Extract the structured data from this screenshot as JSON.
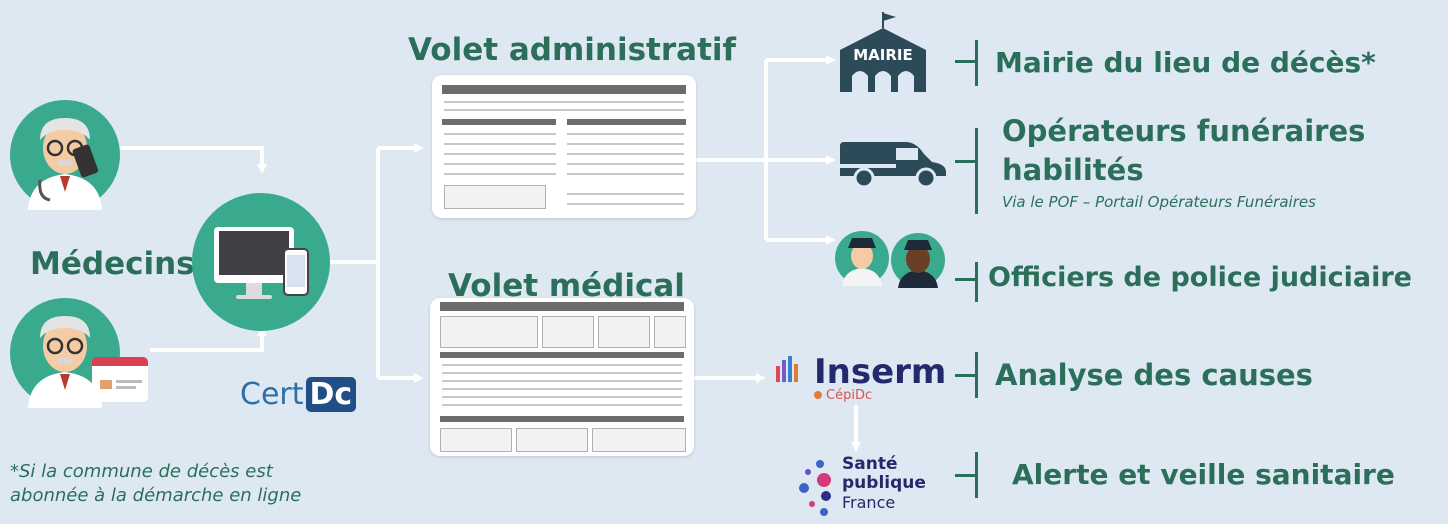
{
  "left": {
    "medecins_label": "Médecins",
    "certdc_logo": {
      "part1": "Cert",
      "part2": "Dc"
    },
    "footnote_line1": "*Si la commune de décès est",
    "footnote_line2": "abonnée à la démarche en ligne"
  },
  "volets": {
    "administratif_title": "Volet administratif",
    "medical_title": "Volet médical"
  },
  "recipients": {
    "mairie_sign": "MAIRIE",
    "mairie_label": "Mairie du lieu de décès*",
    "operateurs_line1": "Opérateurs funéraires",
    "operateurs_line2": "habilités",
    "operateurs_sub": "Via le POF – Portail Opérateurs Funéraires",
    "officiers_label": "Officiers de police judiciaire",
    "analyse_label": "Analyse des causes",
    "alerte_label": "Alerte et veille sanitaire"
  },
  "logos": {
    "inserm_name": "Inserm",
    "inserm_sub": "CépiDc",
    "spf_line1": "Santé",
    "spf_line2": "publique",
    "spf_line3": "France"
  },
  "colors": {
    "accent_green": "#2b6f5b",
    "circle_green": "#3aaa8f",
    "background": "#dde8f3",
    "arrow": "#ffffff"
  },
  "icons": [
    "doctor-phone-icon",
    "doctor-card-icon",
    "computer-icon",
    "town-hall-icon",
    "hearse-icon",
    "police-officers-icon"
  ]
}
